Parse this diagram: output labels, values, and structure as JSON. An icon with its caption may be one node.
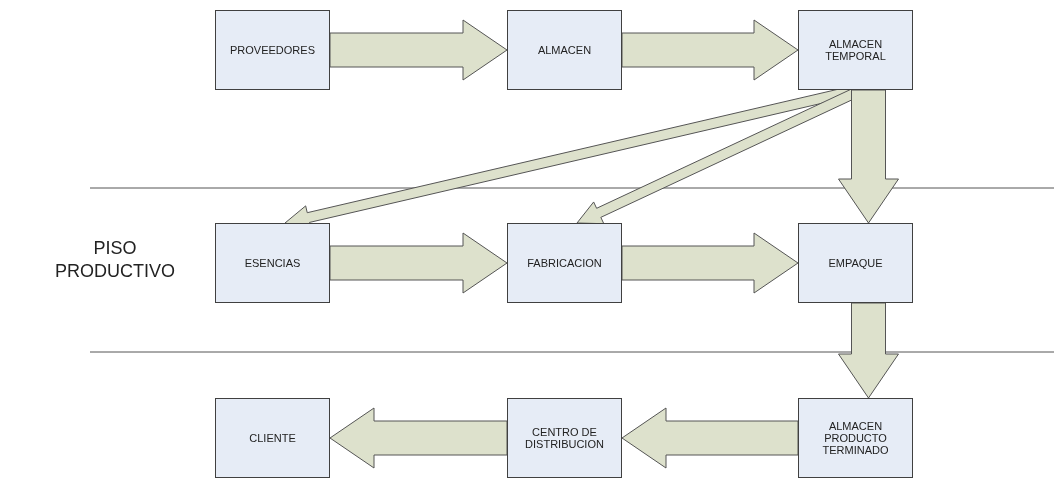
{
  "diagram": {
    "nodes": [
      {
        "text": [
          "PROVEEDORES"
        ]
      },
      {
        "text": [
          "ALMACEN"
        ]
      },
      {
        "text": [
          "ALMACEN TEMPORAL"
        ]
      },
      {
        "text": [
          "ESENCIAS"
        ]
      },
      {
        "text": [
          "FABRICACION"
        ]
      },
      {
        "text": [
          "EMPAQUE"
        ]
      },
      {
        "text": [
          "CLIENTE"
        ]
      },
      {
        "text": [
          "CENTRO DE DISTRIBUCION"
        ]
      },
      {
        "text": [
          "ALMACEN PRODUCTO TERMINADO"
        ]
      }
    ],
    "edges": [
      {
        "from": 0,
        "to": 1,
        "arrow": "to"
      },
      {
        "from": 1,
        "to": 2,
        "arrow": "to"
      },
      {
        "from": 2,
        "to": 3,
        "arrow": "to"
      },
      {
        "from": 2,
        "to": 4,
        "arrow": "to"
      },
      {
        "from": 2,
        "to": 5,
        "arrow": "to"
      },
      {
        "from": 3,
        "to": 4,
        "arrow": "to"
      },
      {
        "from": 4,
        "to": 5,
        "arrow": "to"
      },
      {
        "from": 5,
        "to": 8,
        "arrow": "to"
      },
      {
        "from": 8,
        "to": 7,
        "arrow": "to"
      },
      {
        "from": 7,
        "to": 6,
        "arrow": "to"
      }
    ],
    "labels": [
      "PISO PRODUCTIVO"
    ]
  }
}
